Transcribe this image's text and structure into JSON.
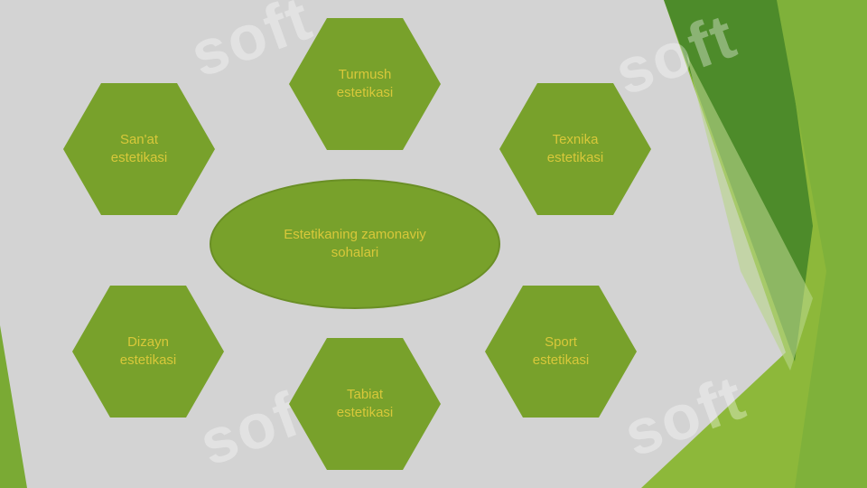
{
  "diagram": {
    "center": {
      "label": "Estetikaning zamonaviy\nsohalari"
    },
    "nodes": [
      {
        "id": "turmush",
        "label": "Turmush\nestetikasi"
      },
      {
        "id": "san-at",
        "label": "San'at\nestetikasi"
      },
      {
        "id": "texnika",
        "label": "Texnika\nestetikasi"
      },
      {
        "id": "dizayn",
        "label": "Dizayn\nestetikasi"
      },
      {
        "id": "tabiat",
        "label": "Tabiat\nestetikasi"
      },
      {
        "id": "sport",
        "label": "Sport\nestetikasi"
      }
    ]
  },
  "watermark": "soft",
  "colors": {
    "background": "#d3d3d3",
    "shape_fill": "#78a12b",
    "shape_text": "#d8c83a",
    "green_dark": "#3f7a22",
    "green_light": "#8db83a"
  }
}
